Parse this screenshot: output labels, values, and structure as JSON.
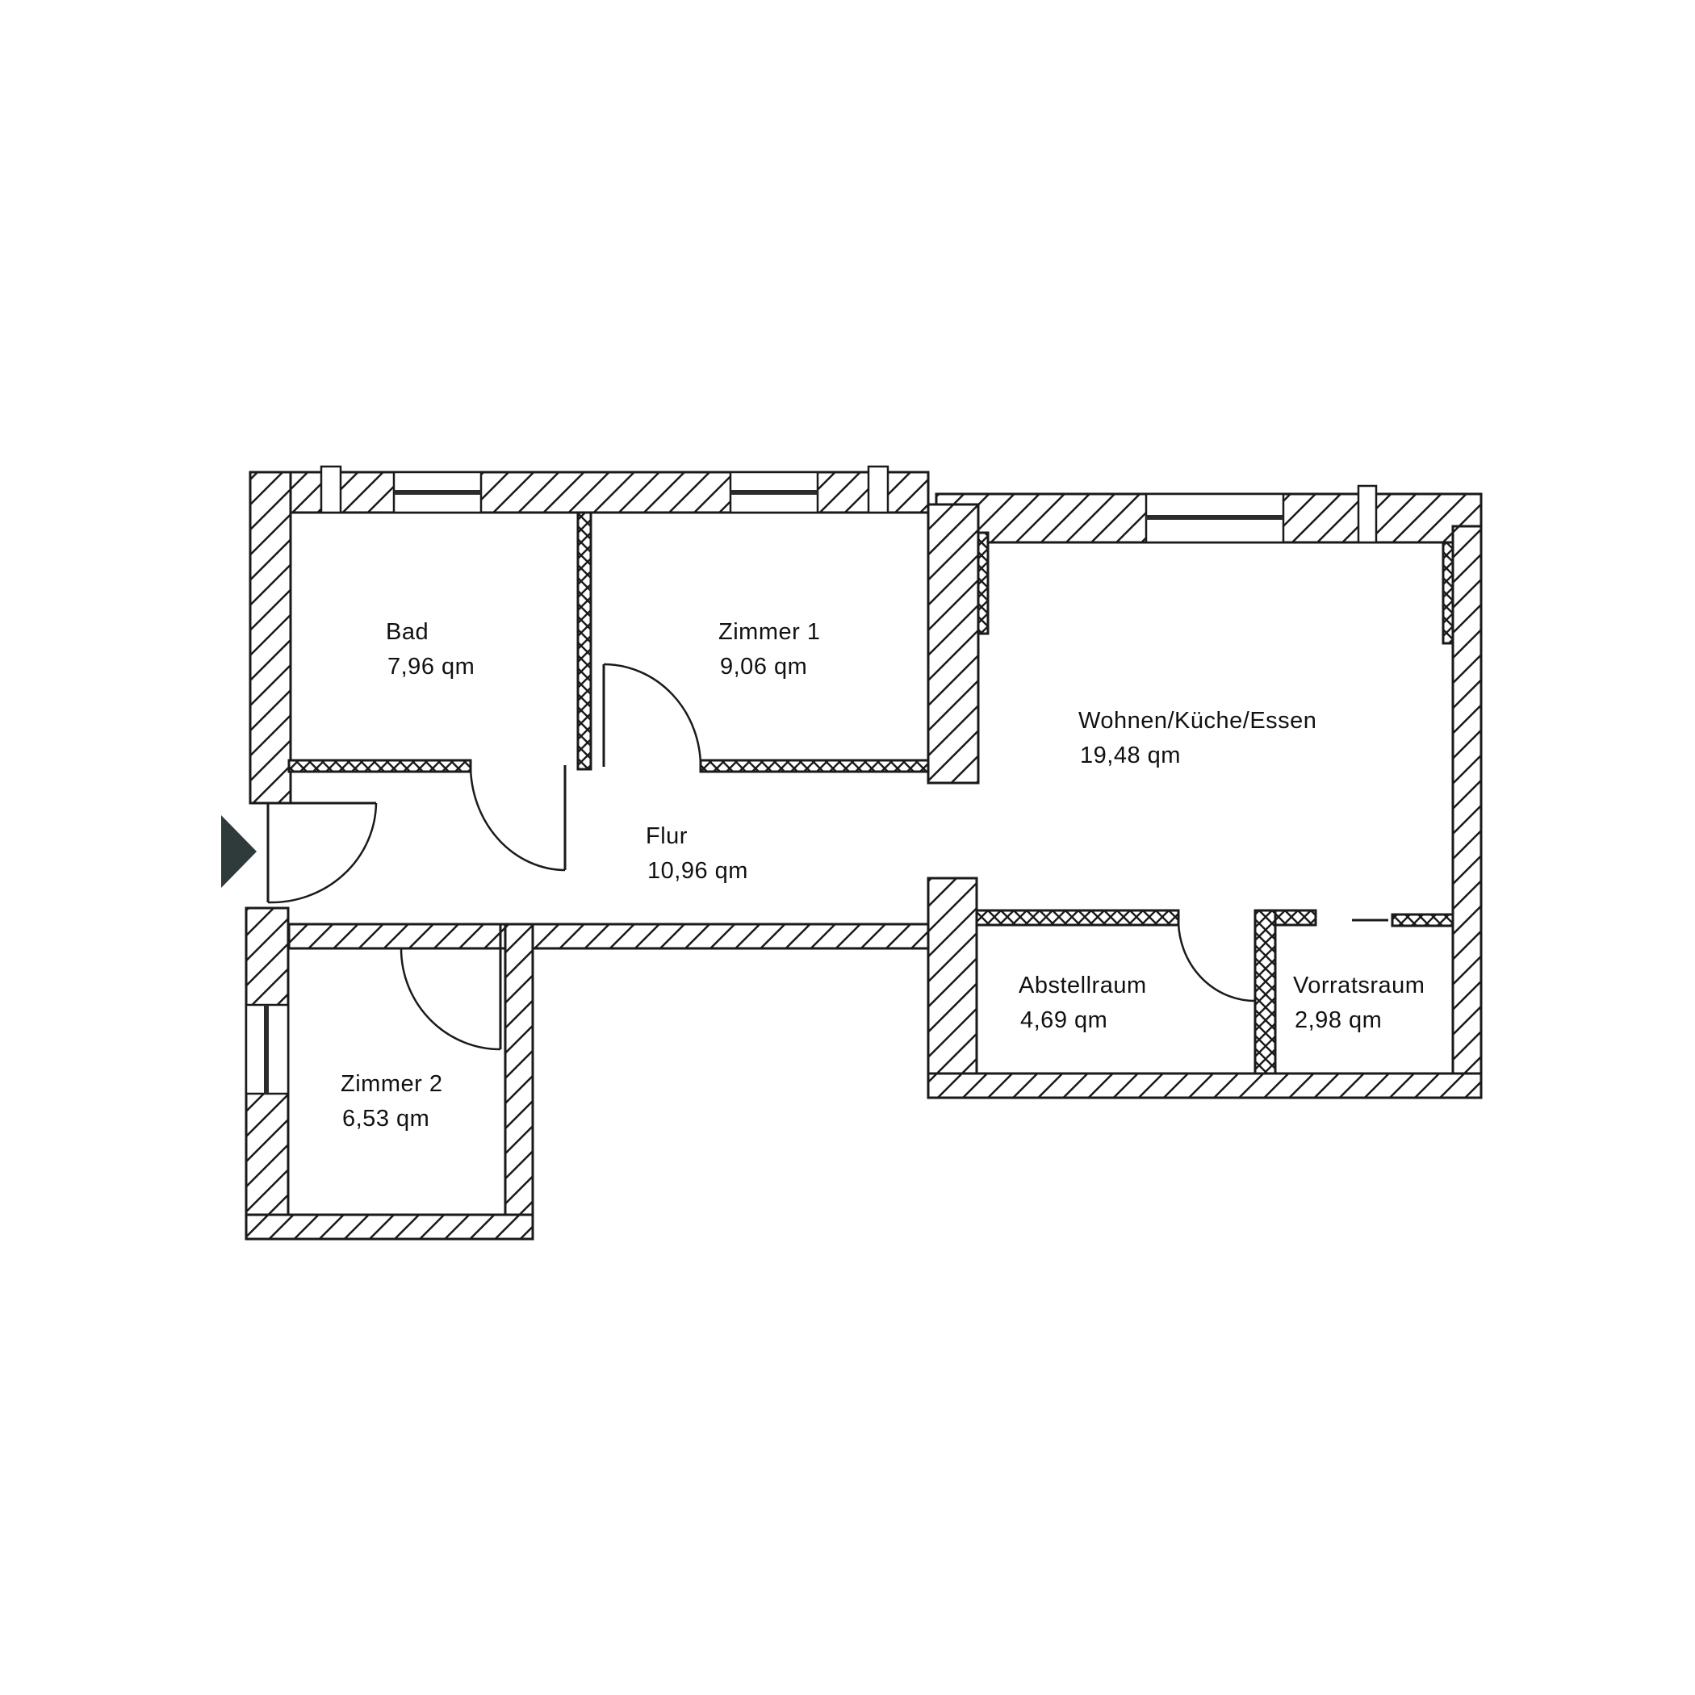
{
  "rooms": {
    "bad": {
      "name": "Bad",
      "area": "7,96 qm"
    },
    "zimmer1": {
      "name": "Zimmer 1",
      "area": "9,06 qm"
    },
    "wohnen": {
      "name": "Wohnen/Küche/Essen",
      "area": "19,48 qm"
    },
    "flur": {
      "name": "Flur",
      "area": "10,96 qm"
    },
    "abstellraum": {
      "name": "Abstellraum",
      "area": "4,69 qm"
    },
    "vorratsraum": {
      "name": "Vorratsraum",
      "area": "2,98 qm"
    },
    "zimmer2": {
      "name": "Zimmer 2",
      "area": "6,53 qm"
    }
  },
  "colors": {
    "line": "#1a1a1a",
    "entrance_marker": "#2f3a3a",
    "background": "#ffffff"
  },
  "icons": {
    "entrance": "entrance-arrow-icon"
  }
}
